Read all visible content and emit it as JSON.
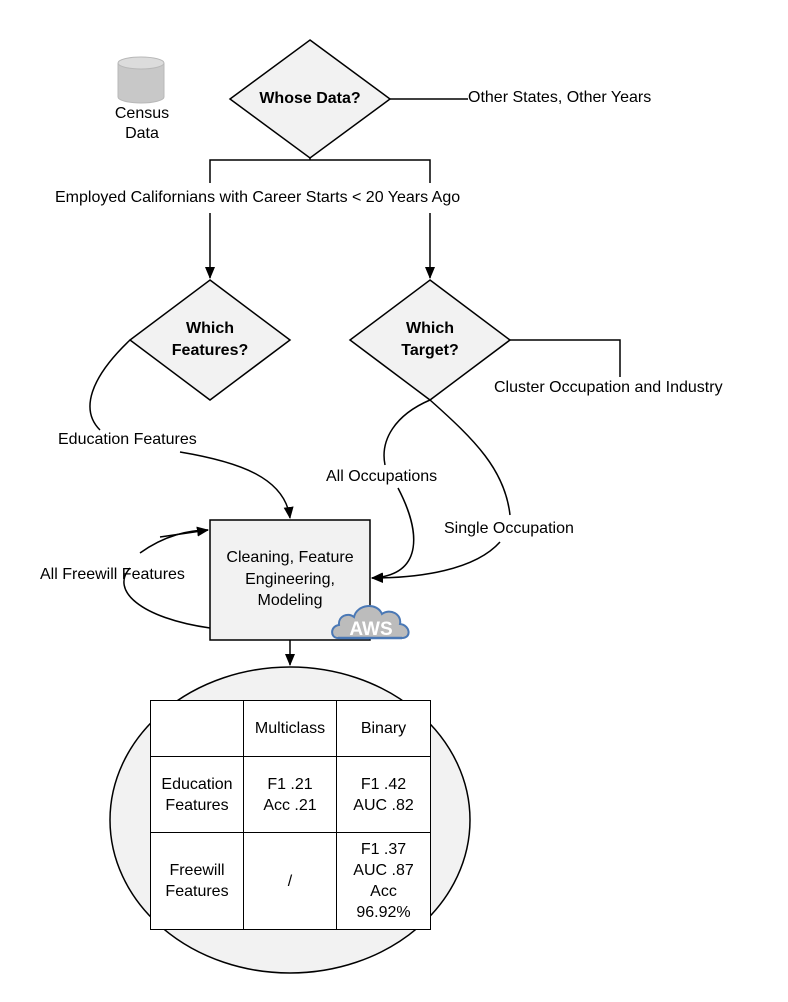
{
  "census": {
    "line1": "Census",
    "line2": "Data"
  },
  "whose": {
    "label": "Whose Data?",
    "other": "Other States, Other Years",
    "branch": "Employed Californians with Career Starts < 20 Years Ago"
  },
  "features": {
    "line1": "Which",
    "line2": "Features?",
    "edu": "Education Features"
  },
  "target": {
    "line1": "Which",
    "line2": "Target?",
    "cluster": "Cluster Occupation and Industry",
    "all": "All Occupations",
    "single": "Single Occupation"
  },
  "process": {
    "line1": "Cleaning, Feature",
    "line2": "Engineering,",
    "line3": "Modeling",
    "loop": "All Freewill Features",
    "aws": "AWS"
  },
  "results": {
    "header": [
      "",
      "Multiclass",
      "Binary"
    ],
    "row1": {
      "label1": "Education",
      "label2": "Features",
      "multi1": "F1 .21",
      "multi2": "Acc .21",
      "bin1": "F1 .42",
      "bin2": "AUC .82"
    },
    "row2": {
      "label1": "Freewill",
      "label2": "Features",
      "multi": "/",
      "bin1": "F1 .37",
      "bin2": "AUC .87",
      "bin3": "Acc",
      "bin4": "96.92%"
    }
  }
}
